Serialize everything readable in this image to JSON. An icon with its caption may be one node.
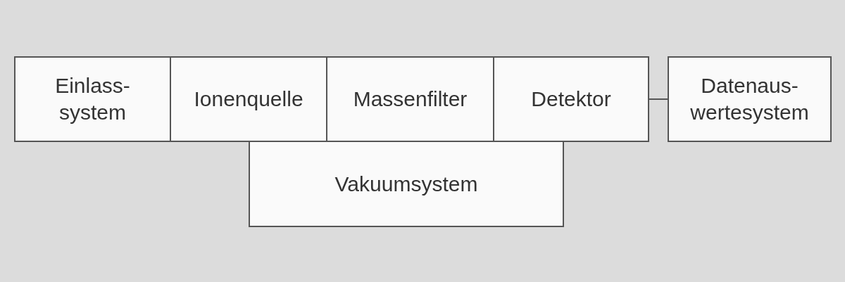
{
  "diagram": {
    "nodes": [
      {
        "text": [
          "Einlass- system"
        ]
      },
      {
        "text": [
          "Ionenquelle"
        ]
      },
      {
        "text": [
          "Massenfilter"
        ]
      },
      {
        "text": [
          "Detektor"
        ]
      },
      {
        "text": [
          "Datenaus- wertesystem"
        ]
      },
      {
        "text": [
          "Vakuumsystem"
        ]
      }
    ],
    "edges": [
      {
        "from": 3,
        "to": 4,
        "arrow": "none"
      }
    ]
  }
}
